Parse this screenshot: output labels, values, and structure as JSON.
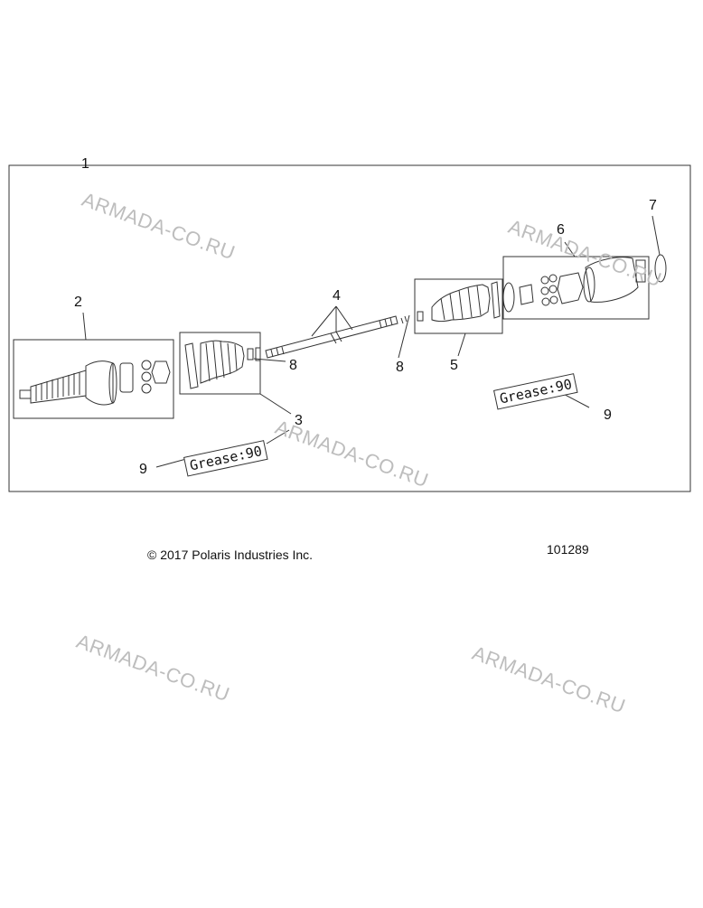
{
  "callouts": {
    "c1": "1",
    "c2": "2",
    "c3": "3",
    "c4": "4",
    "c5": "5",
    "c6": "6",
    "c7": "7",
    "c8a": "8",
    "c8b": "8",
    "c9a": "9",
    "c9b": "9"
  },
  "grease_label": "Grease:90",
  "footer": {
    "copyright": "© 2017 Polaris Industries Inc.",
    "figure_number": "101289"
  },
  "watermark": "ARMADA-CO.RU",
  "colors": {
    "line": "#333333",
    "watermark": "#bdbdbd"
  }
}
